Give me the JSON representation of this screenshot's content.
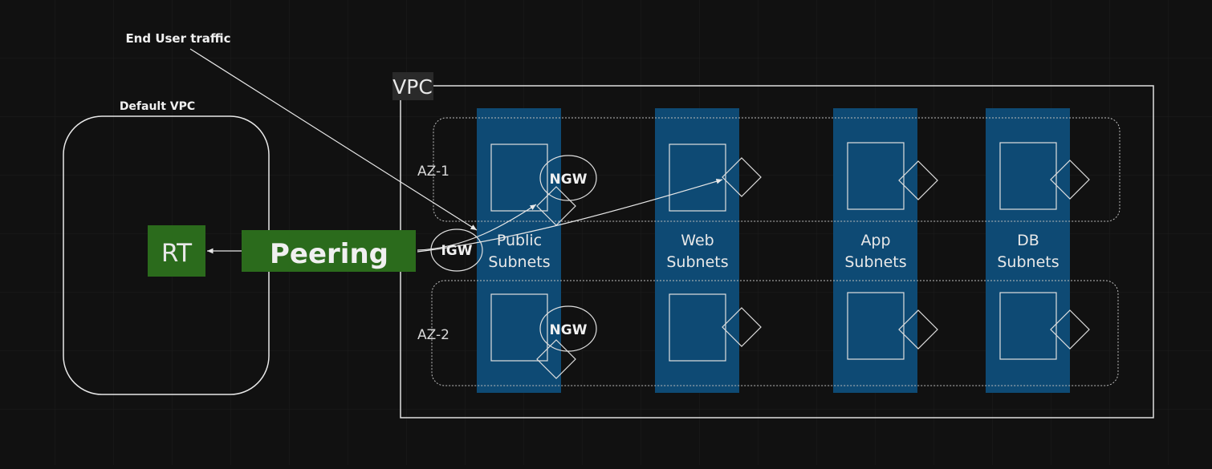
{
  "labels": {
    "end_user_traffic": "End User traffic",
    "default_vpc": "Default VPC",
    "rt": "RT",
    "peering": "Peering",
    "vpc": "VPC",
    "az1": "AZ-1",
    "az2": "AZ-2",
    "igw": "IGW",
    "ngw": "NGW"
  },
  "subnet_columns": [
    {
      "line1": "Public",
      "line2": "Subnets"
    },
    {
      "line1": "Web",
      "line2": "Subnets"
    },
    {
      "line1": "App",
      "line2": "Subnets"
    },
    {
      "line1": "DB",
      "line2": "Subnets"
    }
  ],
  "colors": {
    "background": "#111111",
    "grid": "#1e1e1e",
    "subnet_fill": "#0e4a74",
    "green": "#2b6b1c",
    "line": "#e8e8e8"
  }
}
